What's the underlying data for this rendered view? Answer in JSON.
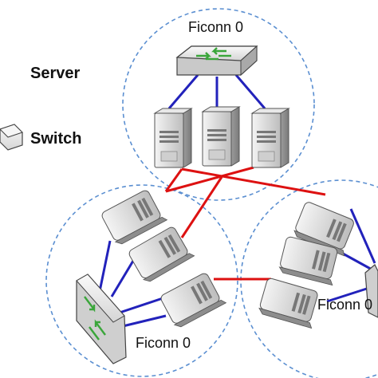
{
  "legend": {
    "server_label": "Server",
    "switch_label": "Switch"
  },
  "clusters": [
    {
      "id": "top",
      "label": "Ficonn 0"
    },
    {
      "id": "bottom-left",
      "label": "Ficonn 0"
    },
    {
      "id": "bottom-right",
      "label": "Ficonn 0"
    }
  ],
  "colors": {
    "cluster_border": "#5b8fd1",
    "intra_link": "#2222bb",
    "inter_link": "#dd1111",
    "server_body": "#d9d9d9",
    "switch_arrow": "#3aa63a"
  },
  "icons": {
    "server": "server-tower-icon",
    "switch": "network-switch-icon"
  }
}
